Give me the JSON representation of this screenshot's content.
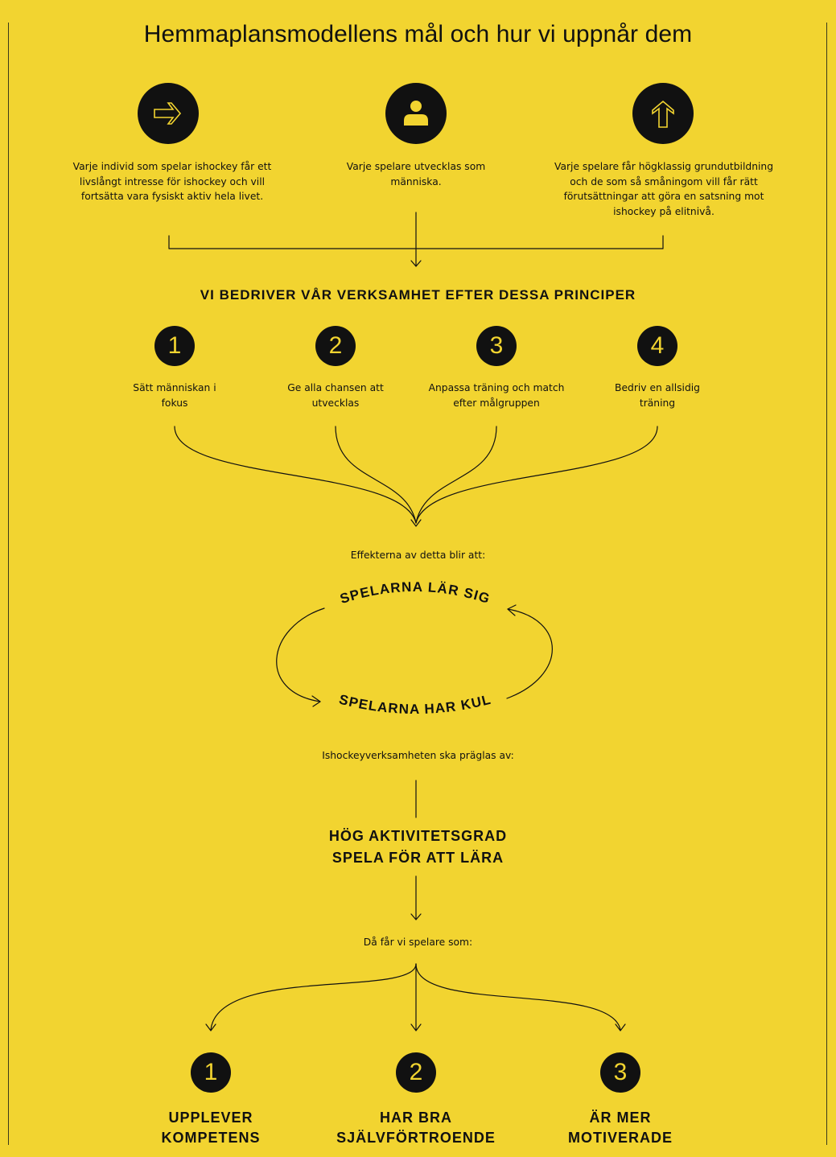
{
  "title": "Hemmaplansmodellens mål och hur vi uppnår dem",
  "goals": [
    {
      "icon": "arrow-right-icon",
      "text": "Varje individ som spelar ishockey får ett livslångt intresse för ishockey och vill fortsätta vara fysiskt aktiv hela livet."
    },
    {
      "icon": "person-icon",
      "text": "Varje spelare utvecklas som människa."
    },
    {
      "icon": "arrow-up-icon",
      "text": "Varje spelare får högklassig grundutbildning och de som så småningom vill får rätt förutsättningar att göra en satsning mot ishockey på elitnivå."
    }
  ],
  "principles_heading": "VI BEDRIVER VÅR VERKSAMHET EFTER DESSA PRINCIPER",
  "principles": [
    {
      "number": "1",
      "text": "Sätt människan i fokus"
    },
    {
      "number": "2",
      "text": "Ge alla chansen att utvecklas"
    },
    {
      "number": "3",
      "text": "Anpassa träning och match efter målgruppen"
    },
    {
      "number": "4",
      "text": "Bedriv en allsidig träning"
    }
  ],
  "effects_intro": "Effekterna av detta blir att:",
  "cycle": {
    "top": "SPELARNA LÄR SIG",
    "bottom": "SPELARNA HAR KUL"
  },
  "characterized_intro": "Ishockeyverksamheten ska präglas av:",
  "characteristics": [
    "HÖG AKTIVITETSGRAD",
    "SPELA FÖR ATT LÄRA"
  ],
  "outcome_intro": "Då får vi spelare som:",
  "outcomes": [
    {
      "number": "1",
      "line1": "UPPLEVER",
      "line2": "KOMPETENS"
    },
    {
      "number": "2",
      "line1": "HAR BRA",
      "line2": "SJÄLVFÖRTROENDE"
    },
    {
      "number": "3",
      "line1": "ÄR MER",
      "line2": "MOTIVERADE"
    }
  ],
  "colors": {
    "background": "#F2D430",
    "ink": "#111111"
  }
}
